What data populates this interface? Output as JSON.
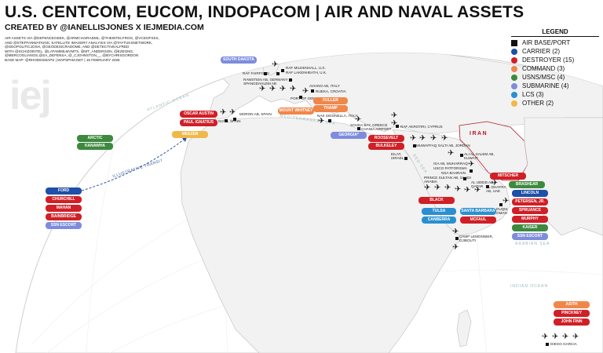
{
  "header": {
    "title": "U.S. CENTCOM, EUCOM, INDOPACOM | AIR AND NAVAL ASSETS",
    "subtitle": "CREATED BY @IANELLISJONES X IEJMEDIA.COM"
  },
  "credits": [
    "AIR ASSETS VIA @DEFENCEGEEK, @ARMCHAIRADML, @THEINTELFROG, @VCDOFSSS,",
    "AND @STEFFANWATKINS; SATELLITE IMAGERY ANALYSIS VIA @TAYTUKSNETWORK,",
    "@GEOPOLITICJOSH, @GEODESICRADOME, AND @DETECTIVEALFRED",
    "WITH @SCHIZOINTEL, @LATAMMILMVMTS, @MT_ANDERSON, @EZEGM3,",
    "@MERCOGLIANOS,@SA_DEFENSA, @_CJOHNSTON__, @BYCHRISGORDON",
    "BASE MAP: @RHODESMAPS | MAPSPAM.NET | 15 FEBRUARY 2026"
  ],
  "watermark": "iej",
  "legend": {
    "title": "LEGEND",
    "items": [
      {
        "label": "AIR BASE/PORT",
        "color": "#111111",
        "shape": "square"
      },
      {
        "label": "CARRIER (2)",
        "color": "#1f4fa8",
        "shape": "dot"
      },
      {
        "label": "DESTROYER (15)",
        "color": "#d01f26",
        "shape": "dot"
      },
      {
        "label": "COMMAND (3)",
        "color": "#f0874a",
        "shape": "dot"
      },
      {
        "label": "USNS/MSC (4)",
        "color": "#3d8a3e",
        "shape": "dot"
      },
      {
        "label": "SUBMARINE (4)",
        "color": "#7d8cdc",
        "shape": "dot"
      },
      {
        "label": "LCS (3)",
        "color": "#2a8fd0",
        "shape": "dot"
      },
      {
        "label": "OTHER (2)",
        "color": "#f0b848",
        "shape": "dot"
      }
    ]
  },
  "colors": {
    "carrier": "#1f4fa8",
    "destroyer": "#d01f26",
    "command": "#f0874a",
    "usns": "#3d8a3e",
    "submarine": "#7d8cdc",
    "lcs": "#2a8fd0",
    "other": "#f0b848",
    "land": "#f4f4f4",
    "sea": "#ffffff",
    "iran": "#b11a22"
  },
  "regions": {
    "atlantic": "ATLANTIC OCEAN",
    "mediterranean": "MEDITERRANEAN SEA",
    "red_sea": "RED SEA",
    "arabian_sea": "ARABIAN SEA",
    "indian_ocean": "INDIAN OCEAN",
    "iran": "IRAN",
    "transit": "ILLUSTRATIVE TRANSIT"
  },
  "ships": [
    {
      "name": "SOUTH DAKOTA",
      "type": "submarine"
    },
    {
      "name": "OSCAR AUSTIN",
      "type": "destroyer"
    },
    {
      "name": "PAUL IGNATIUS",
      "type": "destroyer"
    },
    {
      "name": "MEEZEN",
      "type": "other"
    },
    {
      "name": "FULLER",
      "type": "command"
    },
    {
      "name": "THAMP",
      "type": "command"
    },
    {
      "name": "MOUNT WHITNEY",
      "type": "command"
    },
    {
      "name": "GEORGIA*",
      "type": "submarine"
    },
    {
      "name": "ROOSEVELT",
      "type": "destroyer"
    },
    {
      "name": "BULKELEY",
      "type": "destroyer"
    },
    {
      "name": "ARCTIC",
      "type": "usns"
    },
    {
      "name": "KANAWHA",
      "type": "usns"
    },
    {
      "name": "FORD",
      "type": "carrier"
    },
    {
      "name": "CHURCHILL",
      "type": "destroyer"
    },
    {
      "name": "MAHAN",
      "type": "destroyer"
    },
    {
      "name": "BAINBRIDGE",
      "type": "destroyer"
    },
    {
      "name": "SSN ESCORT",
      "type": "submarine"
    },
    {
      "name": "MITSCHER",
      "type": "destroyer"
    },
    {
      "name": "BRASHEAR",
      "type": "usns"
    },
    {
      "name": "LINCOLN",
      "type": "carrier"
    },
    {
      "name": "PETERSEN, JR.",
      "type": "destroyer"
    },
    {
      "name": "SPRUANCE",
      "type": "destroyer"
    },
    {
      "name": "MURPHY",
      "type": "destroyer"
    },
    {
      "name": "KAISER",
      "type": "usns"
    },
    {
      "name": "SSN ESCORT",
      "type": "submarine"
    },
    {
      "name": "BLACK",
      "type": "destroyer"
    },
    {
      "name": "TULSA",
      "type": "lcs"
    },
    {
      "name": "SANTA BARBARA",
      "type": "lcs"
    },
    {
      "name": "CANBERRA",
      "type": "lcs"
    },
    {
      "name": "MCFAUL",
      "type": "destroyer"
    },
    {
      "name": "ASITH",
      "type": "command"
    },
    {
      "name": "PINCKNEY",
      "type": "destroyer"
    },
    {
      "name": "JOHN FINN",
      "type": "destroyer"
    }
  ],
  "bases": [
    {
      "name": "RAF MILDENHALL, U.K."
    },
    {
      "name": "RAF LAKENHEATH, U.K."
    },
    {
      "name": "RAF FAIRFORD"
    },
    {
      "name": "RAMSTEIN AB, GERMANY"
    },
    {
      "name": "SPANGDAHLEM AB"
    },
    {
      "name": "AVIANO AB, ITALY"
    },
    {
      "name": "RIJEKA, CROATIA"
    },
    {
      "name": "PORT OF GENOA, ITALY"
    },
    {
      "name": "MORON AB, SPAIN"
    },
    {
      "name": "ROTA, SPAIN"
    },
    {
      "name": "NAS SIGONELLA, ITALY"
    },
    {
      "name": "SOUDA BAY, GREECE"
    },
    {
      "name": "CHANIA AIRPORT"
    },
    {
      "name": "RAF AKROTIRI, CYPRUS"
    },
    {
      "name": "MUWAFFAQ SALTI AB, JORDAN"
    },
    {
      "name": "EILAT, ISRAEL"
    },
    {
      "name": "ALI AL SALEM AB, KUWAIT"
    },
    {
      "name": "ISA AB, MUHARRAQ"
    },
    {
      "name": "USCG PATFORSWA"
    },
    {
      "name": "NSA BAHRAIN"
    },
    {
      "name": "PRINCE SULTAN AB, SAUDI ARABIA"
    },
    {
      "name": "AL UDEID AB, QATAR"
    },
    {
      "name": "AL DHAFRA AB, UAE"
    },
    {
      "name": "DUQM, OMAN"
    },
    {
      "name": "CAMP LEMONNIER, DJIBOUTI"
    },
    {
      "name": "DIEGO GARCIA"
    }
  ]
}
